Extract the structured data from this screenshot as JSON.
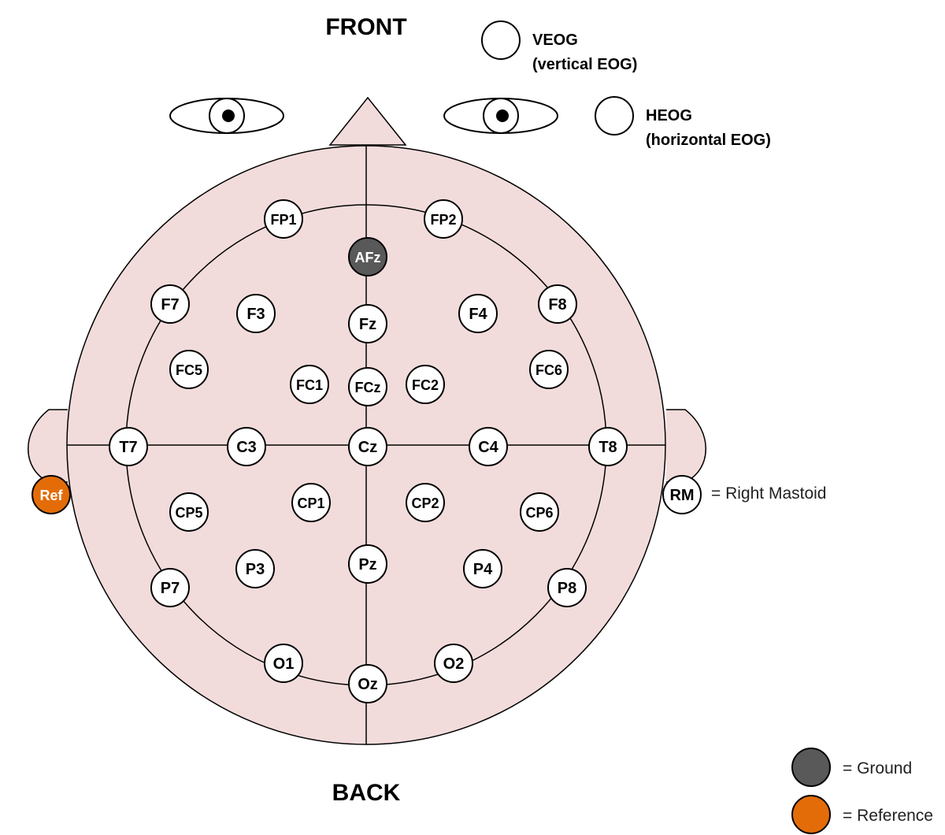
{
  "orientation": {
    "front": "FRONT",
    "back": "BACK"
  },
  "eog": {
    "veog": {
      "label": "VEOG",
      "sub": "(vertical EOG)"
    },
    "heog": {
      "label": "HEOG",
      "sub": "(horizontal EOG)"
    }
  },
  "electrodes": [
    {
      "id": "FP1",
      "type": "normal"
    },
    {
      "id": "FP2",
      "type": "normal"
    },
    {
      "id": "AFz",
      "type": "ground"
    },
    {
      "id": "F7",
      "type": "normal"
    },
    {
      "id": "F3",
      "type": "normal"
    },
    {
      "id": "Fz",
      "type": "normal"
    },
    {
      "id": "F4",
      "type": "normal"
    },
    {
      "id": "F8",
      "type": "normal"
    },
    {
      "id": "FC5",
      "type": "normal"
    },
    {
      "id": "FC1",
      "type": "normal"
    },
    {
      "id": "FCz",
      "type": "normal"
    },
    {
      "id": "FC2",
      "type": "normal"
    },
    {
      "id": "FC6",
      "type": "normal"
    },
    {
      "id": "T7",
      "type": "normal"
    },
    {
      "id": "C3",
      "type": "normal"
    },
    {
      "id": "Cz",
      "type": "normal"
    },
    {
      "id": "C4",
      "type": "normal"
    },
    {
      "id": "T8",
      "type": "normal"
    },
    {
      "id": "CP5",
      "type": "normal"
    },
    {
      "id": "CP1",
      "type": "normal"
    },
    {
      "id": "CP2",
      "type": "normal"
    },
    {
      "id": "CP6",
      "type": "normal"
    },
    {
      "id": "P7",
      "type": "normal"
    },
    {
      "id": "P3",
      "type": "normal"
    },
    {
      "id": "Pz",
      "type": "normal"
    },
    {
      "id": "P4",
      "type": "normal"
    },
    {
      "id": "P8",
      "type": "normal"
    },
    {
      "id": "O1",
      "type": "normal"
    },
    {
      "id": "Oz",
      "type": "normal"
    },
    {
      "id": "O2",
      "type": "normal"
    },
    {
      "id": "Ref",
      "type": "reference"
    },
    {
      "id": "RM",
      "type": "normal"
    }
  ],
  "rm_note": "= Right Mastoid",
  "legend": {
    "ground": "= Ground",
    "reference": "= Reference"
  },
  "colors": {
    "head_fill": "#f2dcdb",
    "ground": "#595959",
    "reference": "#e36c09",
    "electrode_fill": "#ffffff",
    "stroke": "#000000"
  }
}
